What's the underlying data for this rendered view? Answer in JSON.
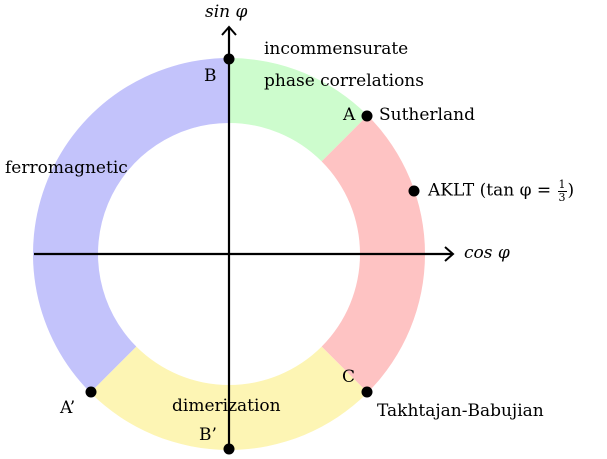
{
  "axes": {
    "y_label": "sin φ",
    "x_label": "cos φ"
  },
  "regions": [
    {
      "id": "ferromagnetic",
      "label": "ferromagnetic",
      "color": "#c3c3fb"
    },
    {
      "id": "incommensurate",
      "label_line1": "incommensurate",
      "label_line2": "phase correlations",
      "color": "#cdfccd"
    },
    {
      "id": "haldane",
      "label": "",
      "color": "#fec3c3"
    },
    {
      "id": "dimerization",
      "label": "dimerization",
      "color": "#fdf5b4"
    }
  ],
  "points": {
    "A": "A",
    "A_prime": "A’",
    "B": "B",
    "B_prime": "B’",
    "C": "C"
  },
  "annotations": {
    "sutherland": "Sutherland",
    "aklt_prefix": "AKLT (tan φ = ",
    "aklt_frac_num": "1",
    "aklt_frac_den": "3",
    "aklt_suffix": ")",
    "takhtajan": "Takhtajan-Babujian"
  }
}
